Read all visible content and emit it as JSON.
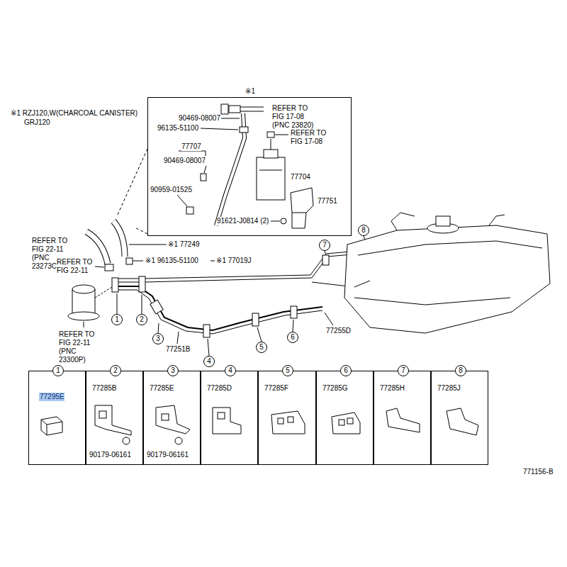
{
  "diagram": {
    "nodes": [
      {
        "text": [
          "※1"
        ]
      },
      {
        "text": [
          "1",
          "77295E"
        ]
      },
      {
        "text": [
          "2",
          "77285B",
          "90179-06161"
        ]
      },
      {
        "text": [
          "3",
          "77285E",
          "90179-06161"
        ]
      },
      {
        "text": [
          "4",
          "77285D"
        ]
      },
      {
        "text": [
          "5",
          "77285F"
        ]
      },
      {
        "text": [
          "6",
          "77285G"
        ]
      },
      {
        "text": [
          "7",
          "77285H"
        ]
      },
      {
        "text": [
          "8",
          "77285J"
        ]
      }
    ],
    "labels": [
      "※1 RZJ120,W(CHARCOAL CANISTER)",
      "GRJ120",
      "90469-08007",
      "REFER TO FIG 17-08 (PNC 23820)",
      "96135-51100",
      "REFER TO FIG 17-08",
      "77707",
      "90469-08007",
      "77704",
      "90959-01525",
      "77751",
      "91621-J0814 (2)",
      "REFER TO FIG 22-11 (PNC 23273C)",
      "REFER TO FIG 22-11",
      "※1 77249",
      "※1 96135-51100",
      "※1 77019J",
      "REFER TO FIG 22-11 (PNC 23300P)",
      "77251B",
      "77255D",
      "1",
      "2",
      "3",
      "4",
      "5",
      "6",
      "7",
      "8",
      "771156-B"
    ]
  }
}
